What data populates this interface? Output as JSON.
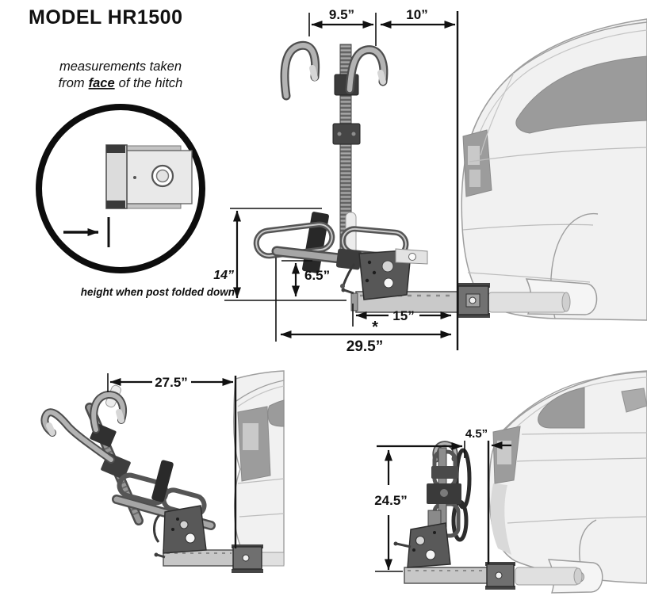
{
  "title": "MODEL HR1500",
  "note": {
    "line1": "measurements taken",
    "line2_pre": "from",
    "line2_face": "face",
    "line2_post": "of the hitch"
  },
  "dims": {
    "upright": {
      "hook_spacing": "9.5”",
      "hook_to_face": "10”",
      "folded_height": "14”",
      "folded_height_note": "height when post folded down",
      "tray_height": "6.5”",
      "bar_insert": "15”",
      "overall": "29.5”",
      "overall_footnote": "*"
    },
    "tilted": {
      "reach": "27.5”"
    },
    "folded": {
      "gap_to_face": "4.5”",
      "height": "24.5”"
    }
  },
  "colors": {
    "ink": "#111111",
    "car_fill": "#f1f1f1",
    "car_line": "#9e9e9e",
    "window_gray": "#9b9b9b",
    "rack_dark": "#4d4d4d",
    "bracket_gray": "#575757",
    "bar_gray": "#c7c7c7"
  }
}
